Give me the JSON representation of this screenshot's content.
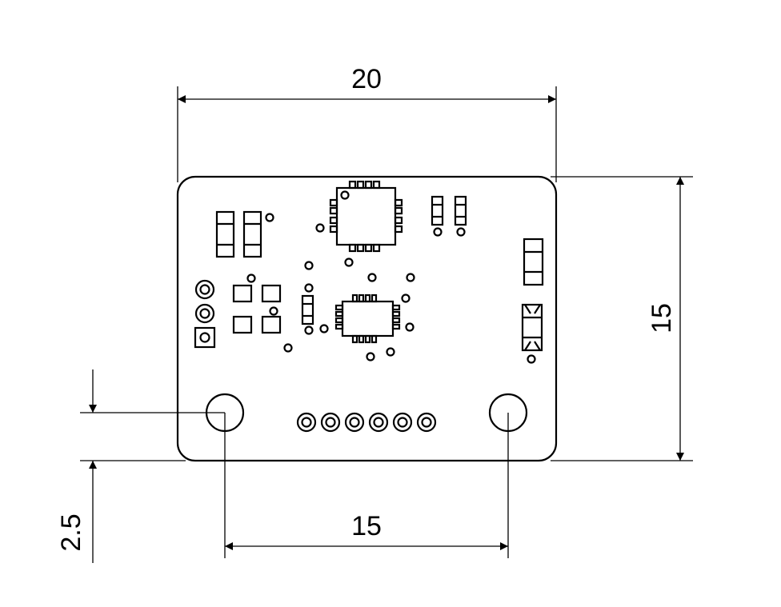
{
  "dimensions": {
    "board_width": "20",
    "board_height": "15",
    "hole_spacing": "15",
    "hole_offset": "2.5"
  },
  "colors": {
    "line": "#000000",
    "background": "#ffffff"
  }
}
